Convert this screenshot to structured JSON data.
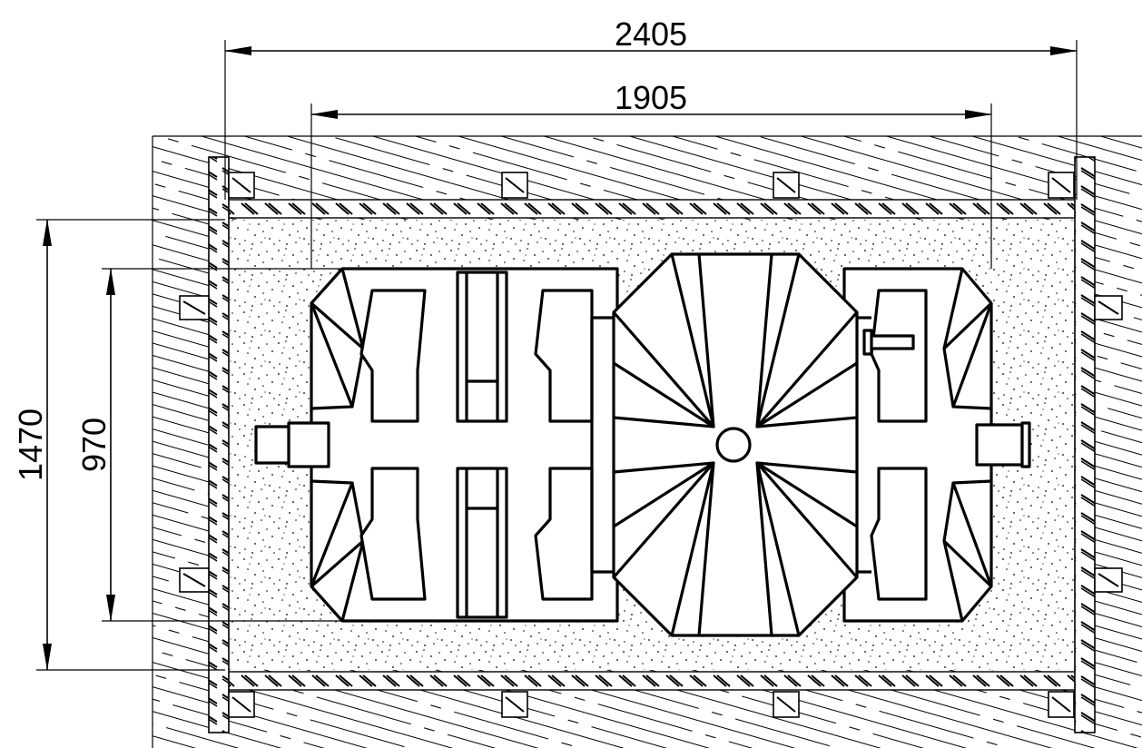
{
  "dimensions": {
    "outer_width": "2405",
    "inner_width": "1905",
    "outer_height": "1470",
    "inner_height": "970"
  }
}
